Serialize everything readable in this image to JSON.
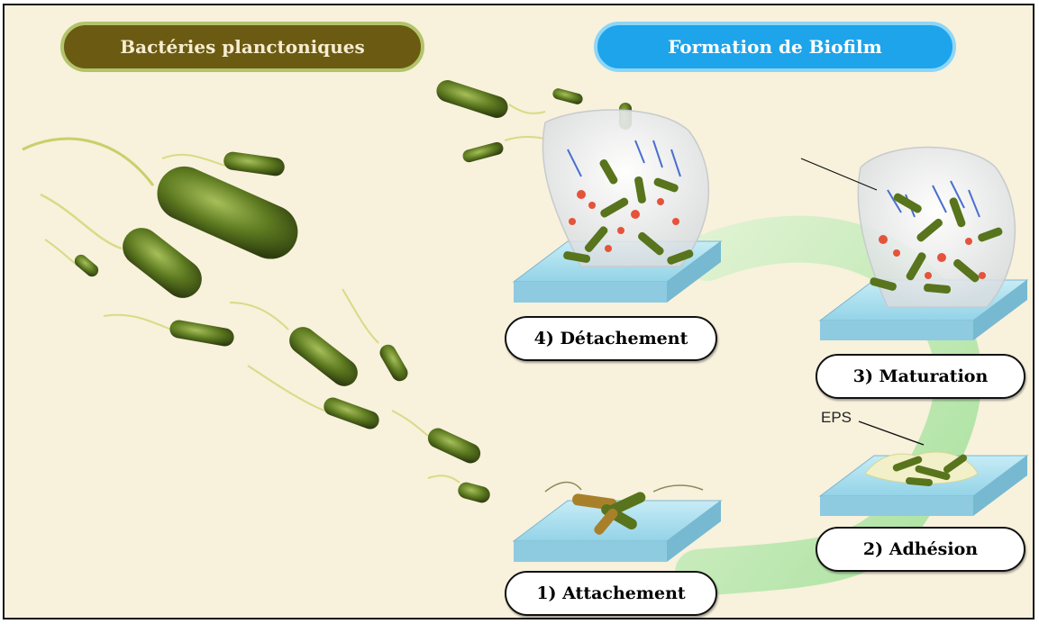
{
  "header": {
    "planktonic_label": "Bactéries planctoniques",
    "biofilm_label": "Formation de Biofilm"
  },
  "stages": {
    "detachment": "4) Détachement",
    "maturation": "3) Maturation",
    "adhesion": "2) Adhésion",
    "attachment": "1) Attachement"
  },
  "annotations": {
    "eps": "EPS"
  },
  "colors": {
    "background": "#f8f1dc",
    "planktonic_pill": "#6b5a12",
    "biofilm_pill": "#1ea4ea",
    "bacteria": "#5c7a1e",
    "surface": "#8fcfe6",
    "cycle_arrow": "#9ee39a",
    "eps_dots": "#e5533a"
  }
}
